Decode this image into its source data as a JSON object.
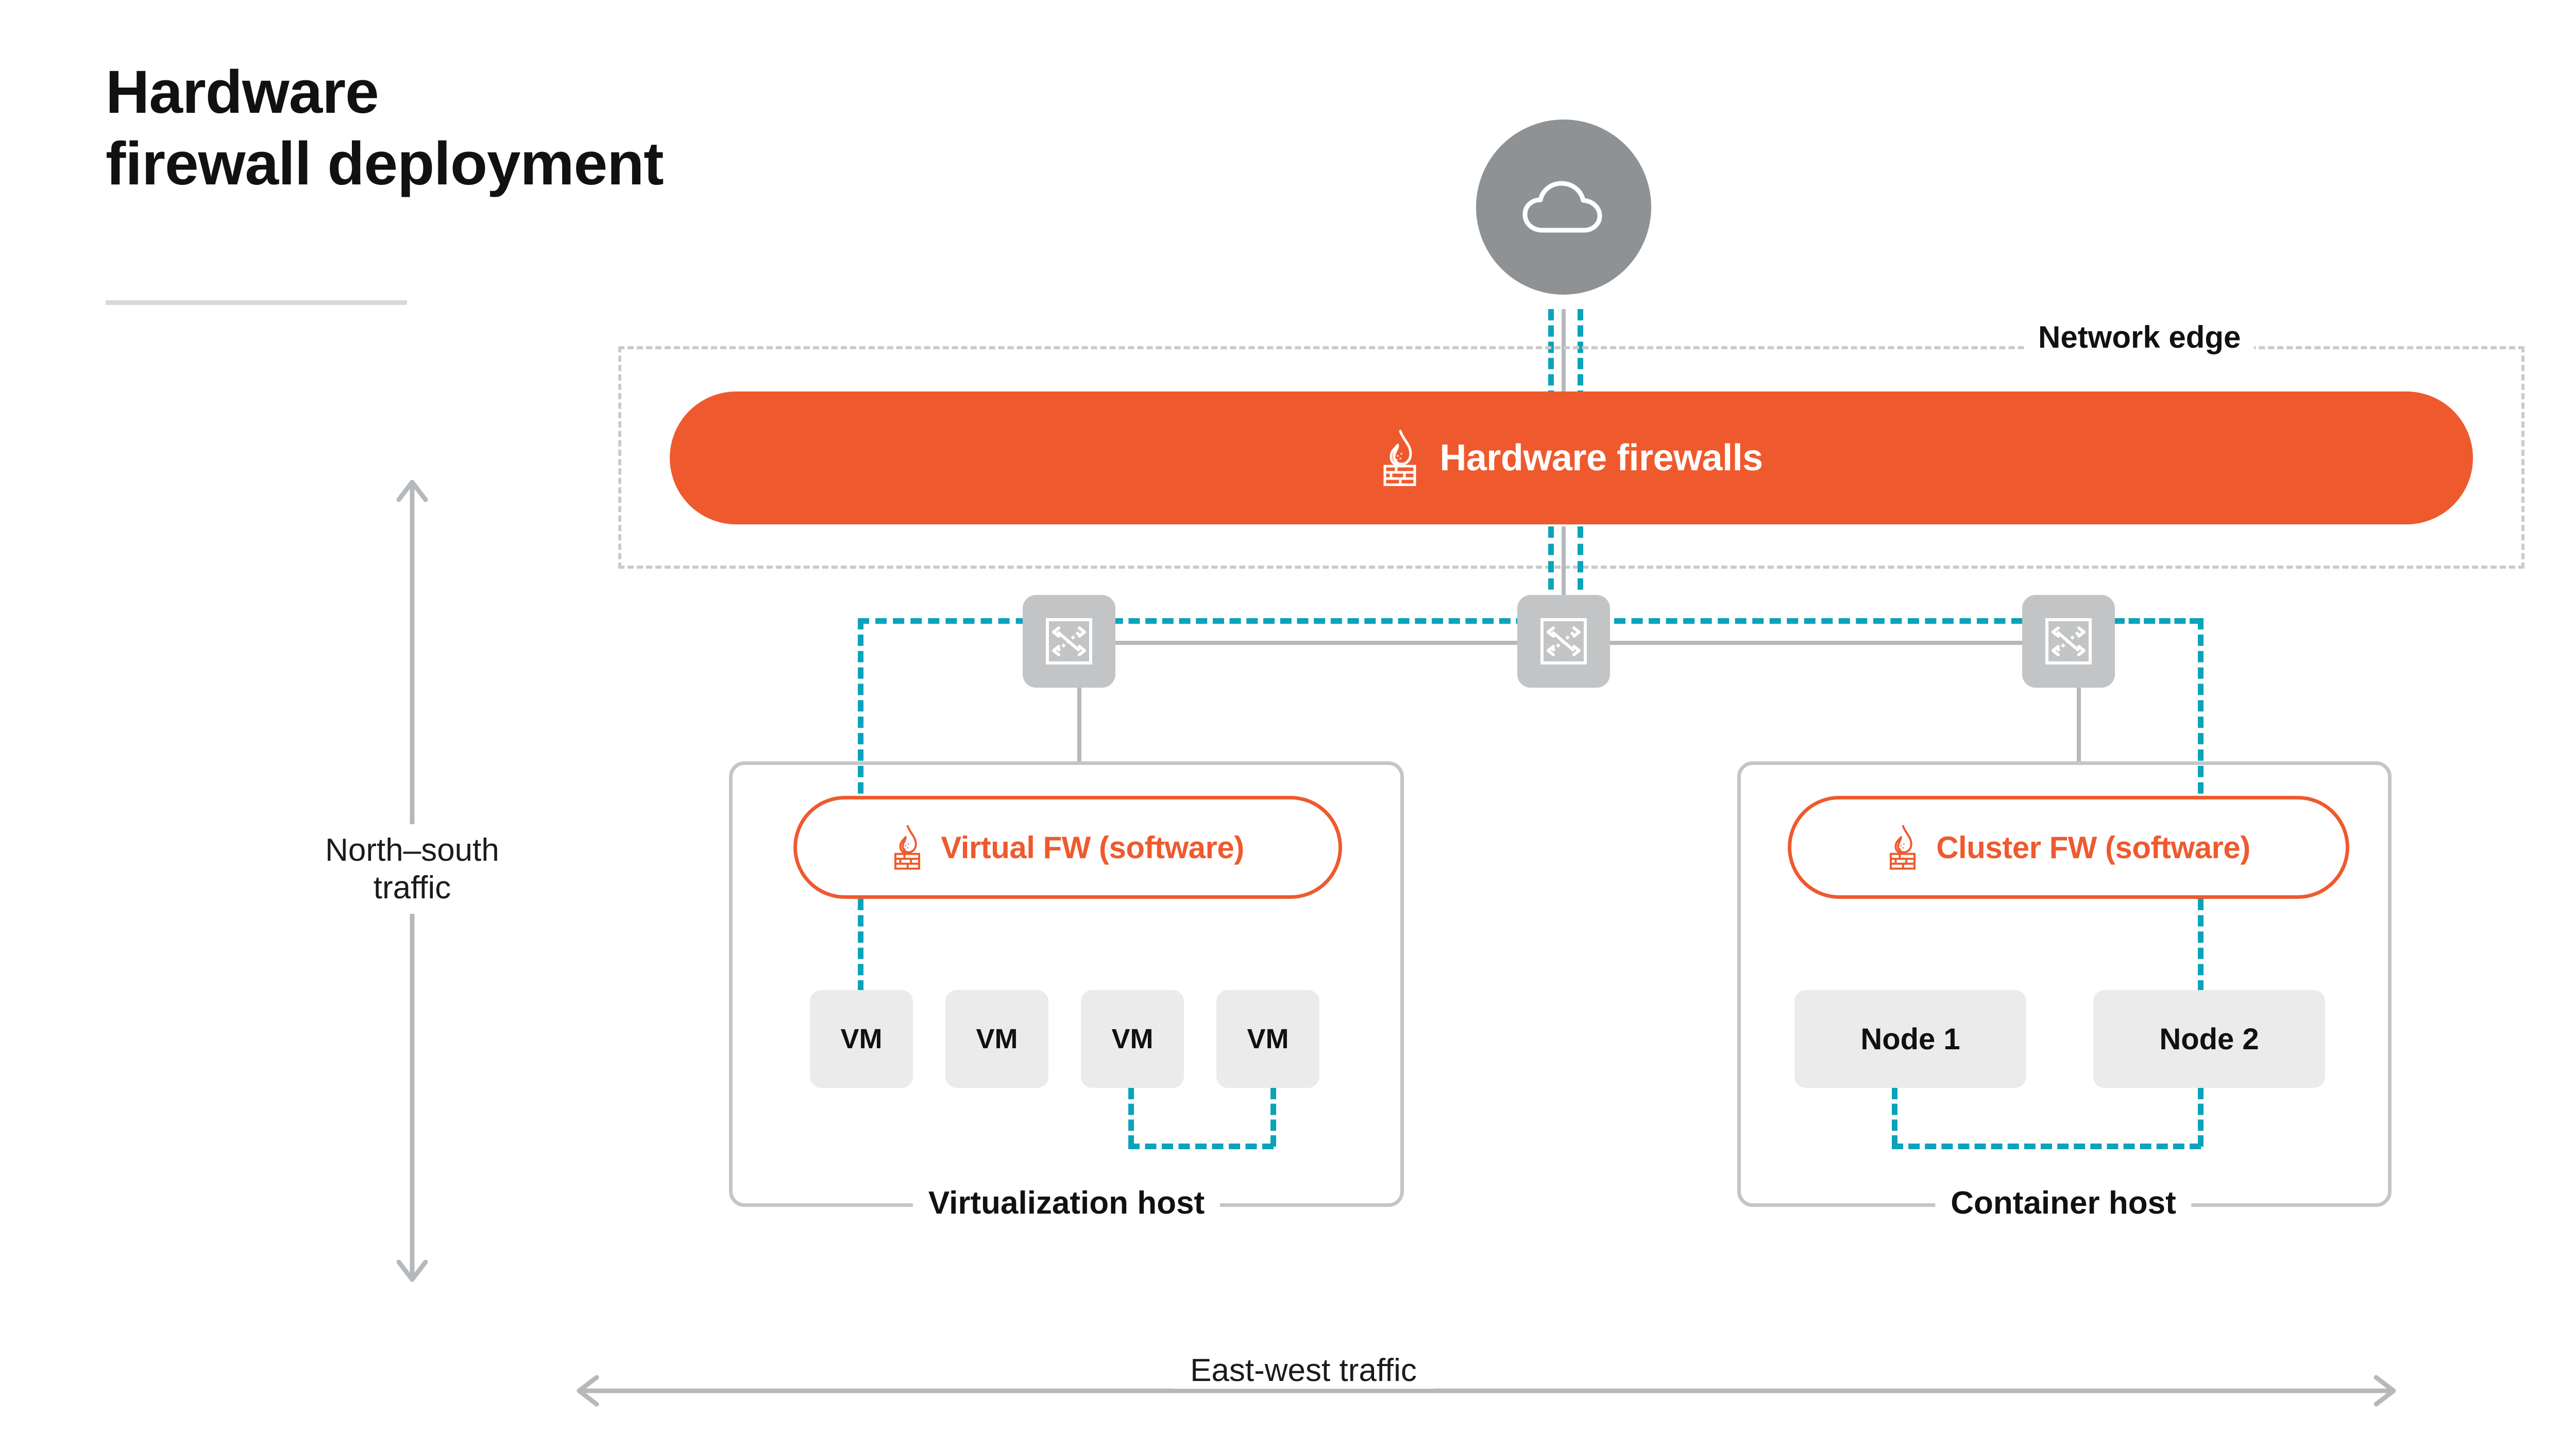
{
  "title": "Hardware\nfirewall deployment",
  "colors": {
    "orange": "#ee5a2e",
    "teal": "#0ba3bb",
    "gray_node": "#c2c4c6",
    "cloud_gray": "#8e9295",
    "tile_gray": "#ebebeb",
    "border_gray": "#c3c5c7",
    "rule_gray": "#d8d8d8"
  },
  "cloud": {
    "icon": "cloud-icon"
  },
  "network_edge": {
    "label": "Network edge"
  },
  "hardware_firewall": {
    "label": "Hardware firewalls",
    "icon": "firewall-icon"
  },
  "switches": [
    {
      "name": "switch-left",
      "icon": "switch-icon"
    },
    {
      "name": "switch-center",
      "icon": "switch-icon"
    },
    {
      "name": "switch-right",
      "icon": "switch-icon"
    }
  ],
  "virtualization_host": {
    "label": "Virtualization host",
    "firewall": {
      "label": "Virtual FW (software)",
      "icon": "firewall-icon"
    },
    "tiles": [
      {
        "label": "VM"
      },
      {
        "label": "VM"
      },
      {
        "label": "VM"
      },
      {
        "label": "VM"
      }
    ]
  },
  "container_host": {
    "label": "Container host",
    "firewall": {
      "label": "Cluster FW (software)",
      "icon": "firewall-icon"
    },
    "tiles": [
      {
        "label": "Node 1"
      },
      {
        "label": "Node 2"
      }
    ]
  },
  "traffic_axes": {
    "north_south": "North–south\ntraffic",
    "east_west": "East-west traffic"
  }
}
